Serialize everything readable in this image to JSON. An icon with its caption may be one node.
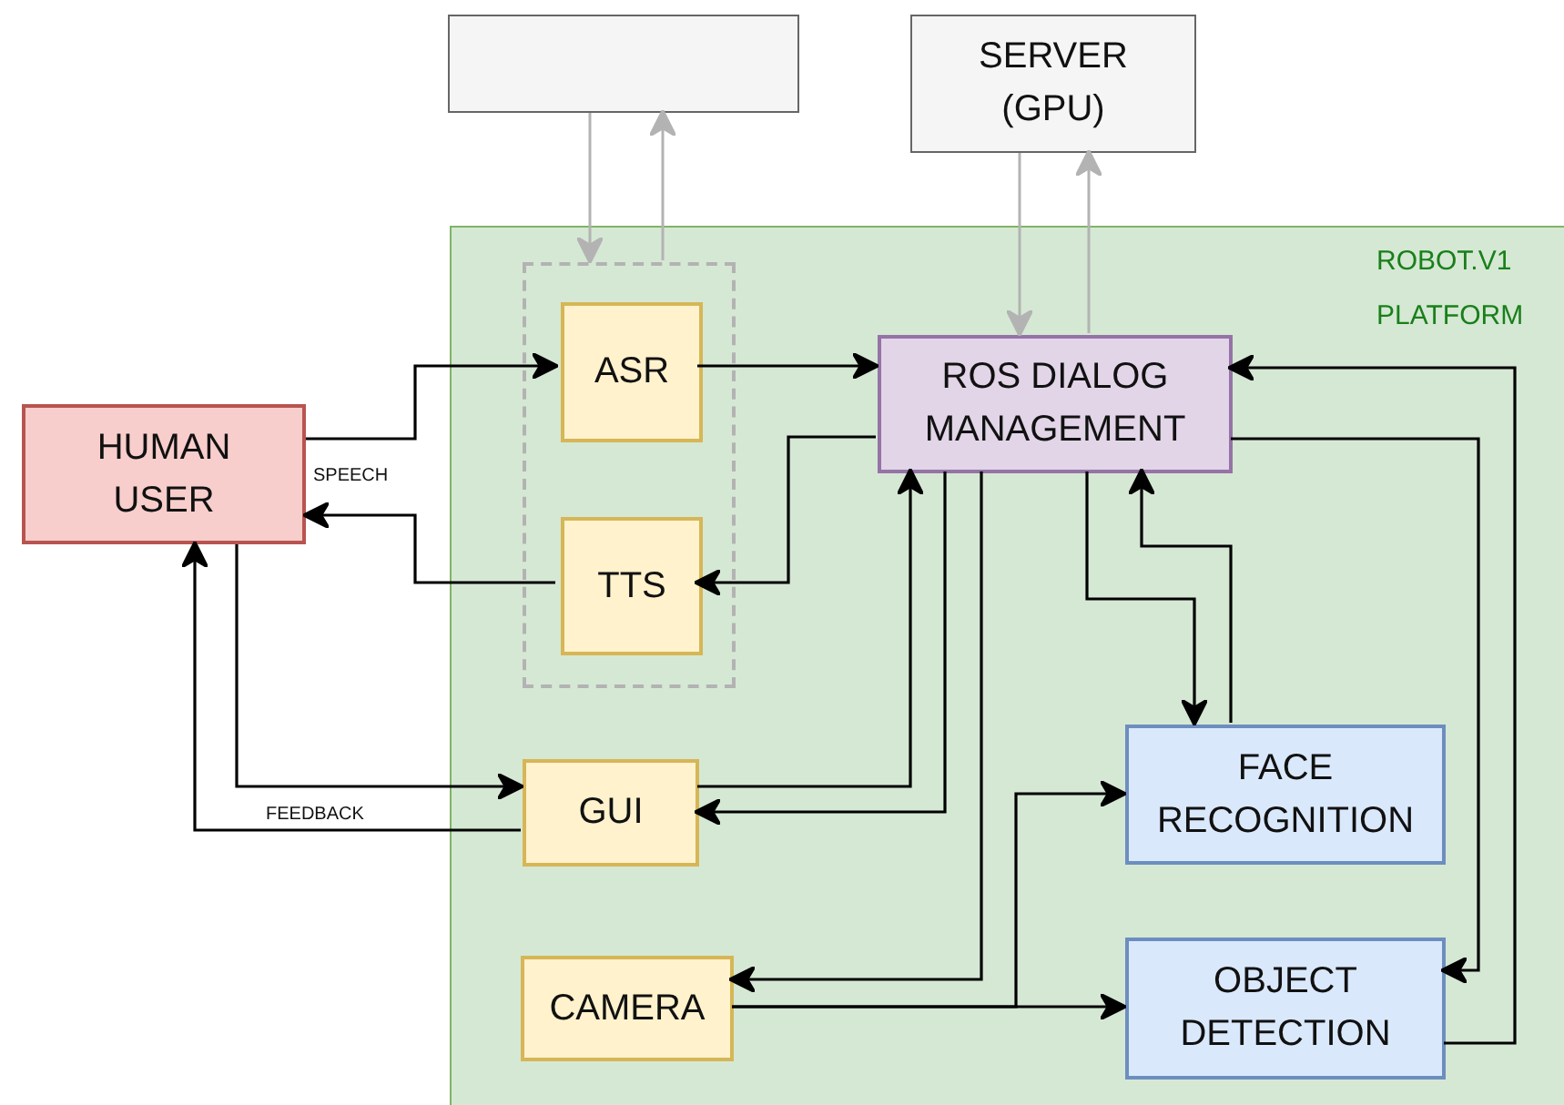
{
  "diagram": {
    "nodes": [
      {
        "text": [],
        "shape": "box"
      },
      {
        "text": [
          "SERVER (GPU)"
        ]
      },
      {
        "text": [
          "ROBOT.V1 PLATFORM"
        ]
      },
      {
        "text": [],
        "shape": "box",
        "in": 2
      },
      {
        "text": [
          "ASR"
        ],
        "in": 3
      },
      {
        "text": [
          "TTS"
        ],
        "in": 3
      },
      {
        "text": [
          "ROS DIALOG MANAGEMENT"
        ],
        "in": 2
      },
      {
        "text": [
          "HUMAN USER"
        ]
      },
      {
        "text": [
          "GUI"
        ],
        "in": 2
      },
      {
        "text": [
          "FACE RECOGNITION"
        ],
        "in": 2
      },
      {
        "text": [
          "CAMERA"
        ],
        "in": 2
      },
      {
        "text": [
          "OBJECT DETECTION"
        ],
        "in": 2
      }
    ],
    "edges": [
      {
        "from": 0,
        "to": 3,
        "arrow": "to",
        "color": "#b3b3b3"
      },
      {
        "from": 3,
        "to": 0,
        "arrow": "to",
        "color": "#b3b3b3"
      },
      {
        "from": 1,
        "to": 6,
        "arrow": "to",
        "color": "#b3b3b3"
      },
      {
        "from": 6,
        "to": 1,
        "arrow": "to",
        "color": "#b3b3b3"
      },
      {
        "from": 7,
        "to": 4,
        "arrow": "to"
      },
      {
        "from": 5,
        "to": 7,
        "arrow": "to",
        "label": "SPEECH"
      },
      {
        "from": 4,
        "to": 6,
        "arrow": "to"
      },
      {
        "from": 6,
        "to": 5,
        "arrow": "to"
      },
      {
        "from": 7,
        "to": 8,
        "arrow": "to"
      },
      {
        "from": 8,
        "to": 7,
        "arrow": "to",
        "label": "FEEDBACK"
      },
      {
        "from": 8,
        "to": 6,
        "arrow": "to"
      },
      {
        "from": 6,
        "to": 8,
        "arrow": "to"
      },
      {
        "from": 6,
        "to": 10,
        "arrow": "to"
      },
      {
        "from": 10,
        "to": 9,
        "arrow": "to"
      },
      {
        "from": 10,
        "to": 11,
        "arrow": "to"
      },
      {
        "from": 6,
        "to": 9,
        "arrow": "to"
      },
      {
        "from": 9,
        "to": 6,
        "arrow": "to"
      },
      {
        "from": 6,
        "to": 11,
        "arrow": "to"
      },
      {
        "from": 11,
        "to": 6,
        "arrow": "to"
      }
    ]
  }
}
